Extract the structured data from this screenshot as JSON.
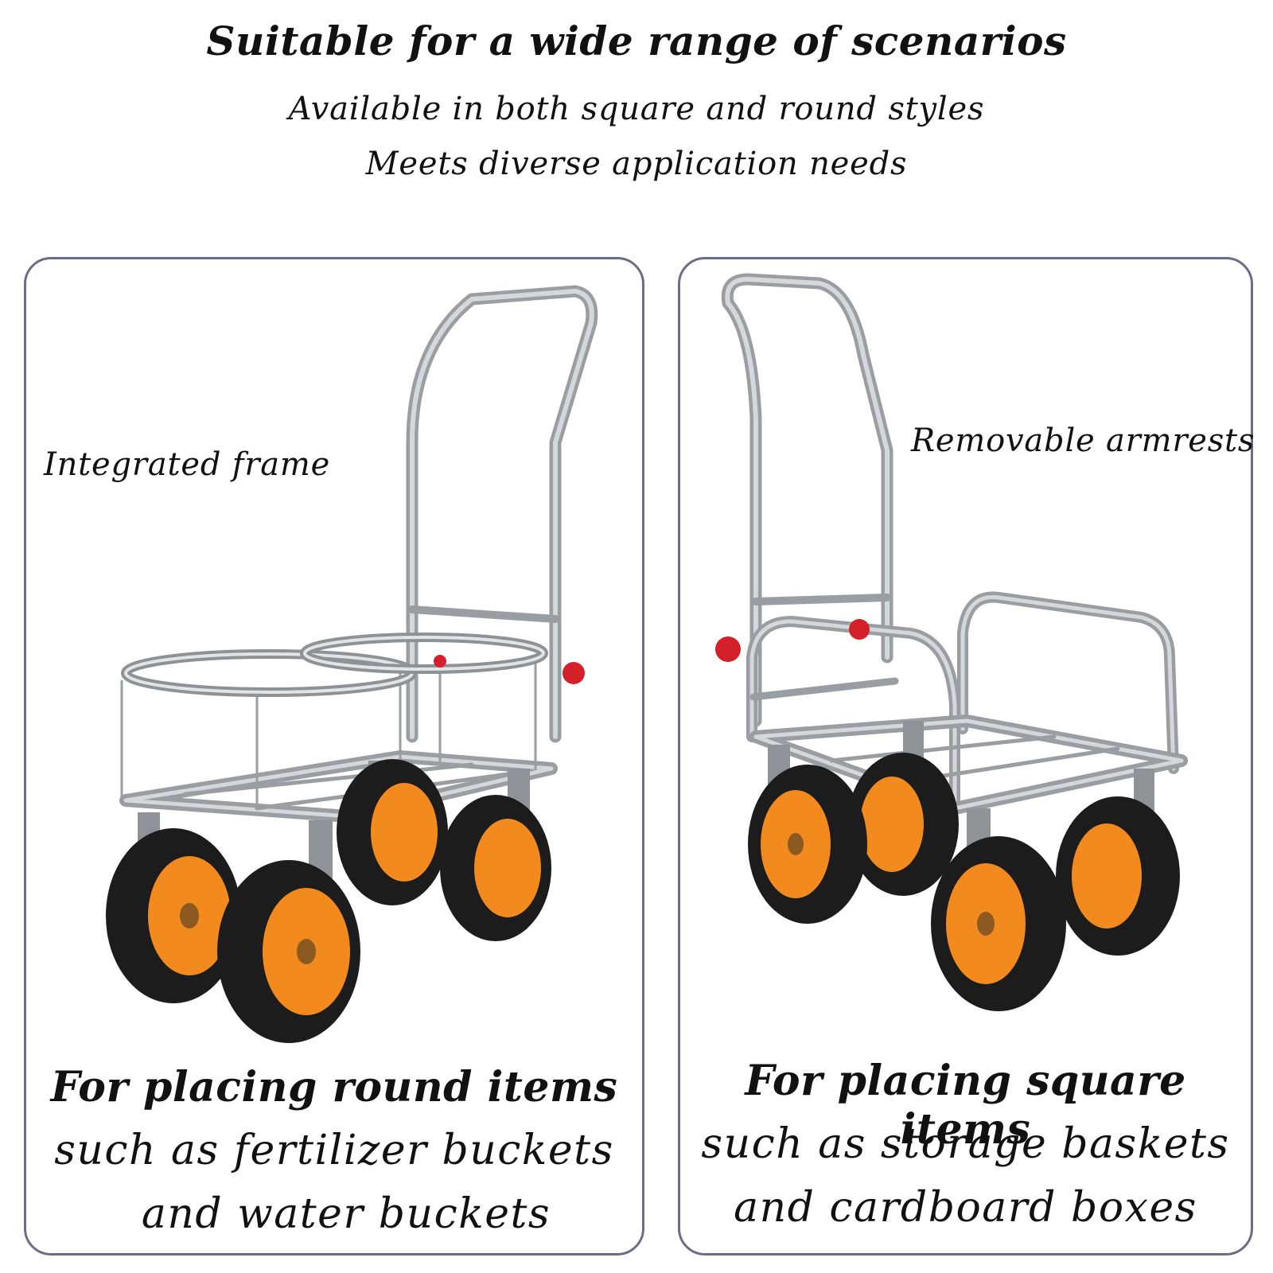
{
  "header": {
    "title": "Suitable for a wide range of scenarios",
    "subtitle_line1": "Available in both square and round styles",
    "subtitle_line2": "Meets diverse application needs"
  },
  "panels": [
    {
      "callout": "Integrated frame",
      "caption_title": "For placing round items",
      "caption_line1": "such as fertilizer buckets",
      "caption_line2": "and water buckets",
      "product_image": "round-bucket-cart-photo"
    },
    {
      "callout": "Removable armrests",
      "caption_title": "For placing square items",
      "caption_line1": "such as storage baskets",
      "caption_line2": "and cardboard boxes",
      "product_image": "square-basket-cart-photo"
    }
  ],
  "colors": {
    "panel_border": "#6b6d86",
    "frame_metal": "#a9adb2",
    "tire": "#1c1c1c",
    "wheel_hub": "#f28a1e",
    "knob": "#d4202a"
  }
}
